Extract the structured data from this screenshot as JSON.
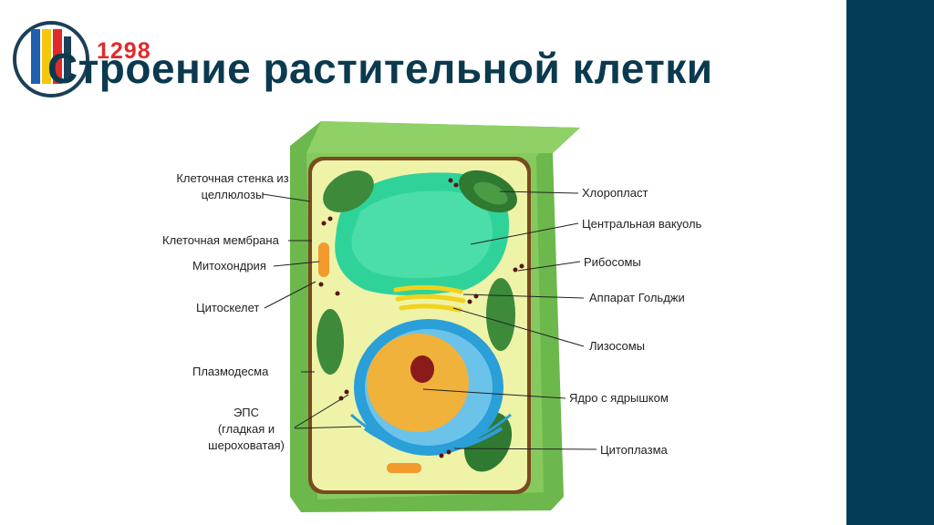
{
  "slide": {
    "title": "Строение растительной клетки",
    "logo_number": "1298"
  },
  "labels": {
    "cell_wall_line1": "Клеточная стенка из",
    "cell_wall_line2": "целлюлозы",
    "membrane": "Клеточная мембрана",
    "mitochondria": "Митохондрия",
    "cytoskeleton": "Цитоскелет",
    "plasmodesma": "Плазмодесма",
    "er_line1": "ЭПС",
    "er_line2": "(гладкая и",
    "er_line3": "шероховатая)",
    "chloroplast": "Хлоропласт",
    "vacuole": "Центральная вакуоль",
    "ribosomes": "Рибосомы",
    "golgi": "Аппарат Гольджи",
    "lysosomes": "Лизосомы",
    "nucleus": "Ядро с ядрышком",
    "cytoplasm": "Цитоплазма"
  },
  "colors": {
    "accent_bar": "#043b54",
    "title": "#0b3a4f",
    "cell_wall": "#7fc35c",
    "cytoplasm": "#eef3a8",
    "vacuole": "#2fd39a",
    "chloroplast": "#3c8a3a",
    "nucleus": "#f0b23a",
    "nucleolus": "#8b1a1a",
    "er": "#2a9fd8",
    "mitochondria": "#f39a2e"
  }
}
